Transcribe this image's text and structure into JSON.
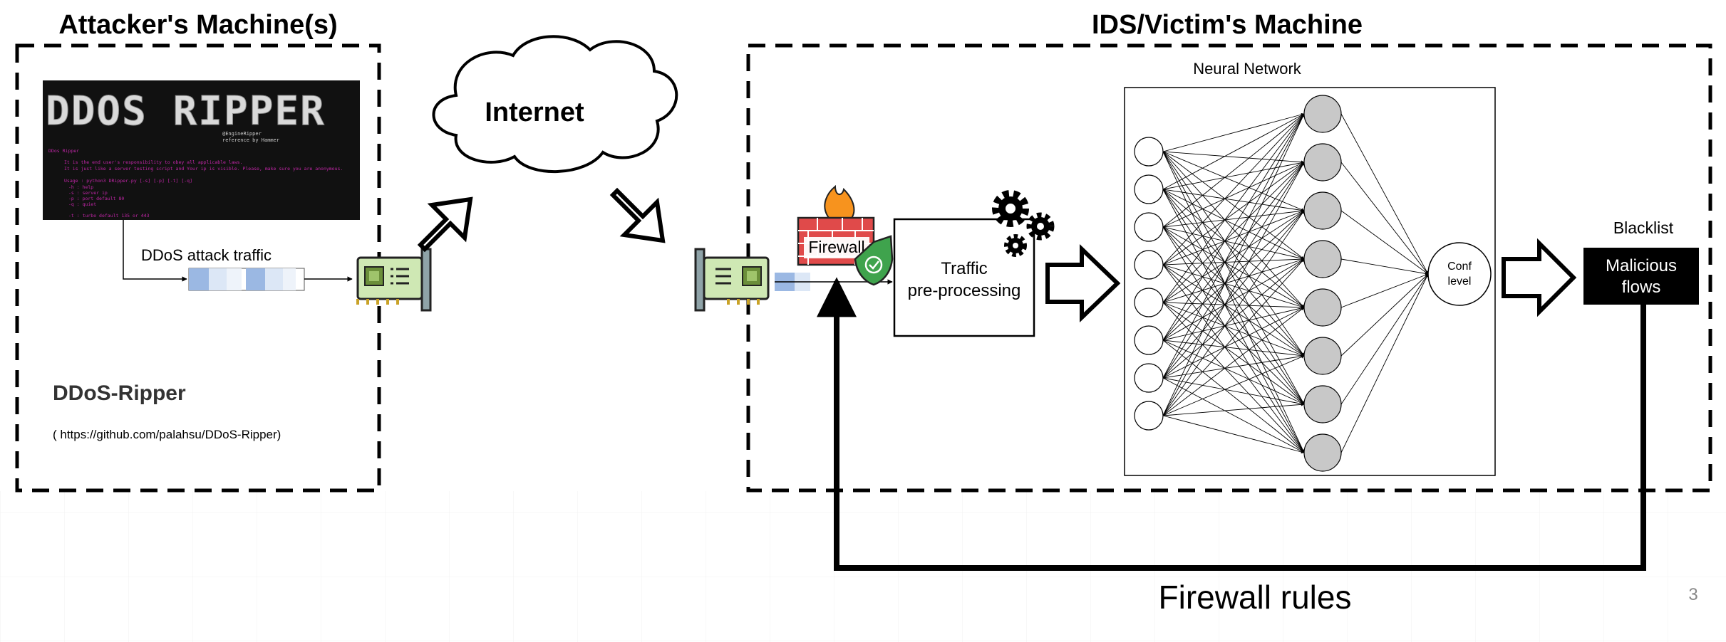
{
  "attacker": {
    "title": "Attacker's Machine(s)",
    "tool_name": "DDoS-Ripper",
    "tool_url": "( https://github.com/palahsu/DDoS-Ripper)",
    "traffic_label": "DDoS attack traffic",
    "terminal": {
      "banner": "DDOS RIPPER",
      "credit1": "@EngineRipper",
      "credit2": "reference by Hammer",
      "lines": [
        "DDos Ripper",
        "It is the end user's responsibility to obey all applicable laws.",
        "It is just like a server testing script and Your ip is visible. Please, make sure you are anonymous.",
        "Usage : python3 DRipper.py [-s] [-p] [-t] [-q]",
        "-h : help",
        "-s : server ip",
        "-p : port default 80",
        "-q : quiet",
        "-t : turbo default 135 or 443"
      ]
    }
  },
  "internet": {
    "label": "Internet"
  },
  "victim": {
    "title": "IDS/Victim's Machine",
    "firewall_label": "Firewall",
    "preprocessing": {
      "line1": "Traffic",
      "line2": "pre-processing"
    },
    "network_title": "Neural Network",
    "output_node": {
      "line1": "Conf",
      "line2": "level"
    },
    "blacklist_label": "Blacklist",
    "malicious": {
      "line1": "Malicious",
      "line2": "flows"
    }
  },
  "feedback_label": "Firewall rules",
  "page_number": "3",
  "colors": {
    "terminal_bg": "#111111",
    "terminal_text": "#c026a6",
    "packet_dark": "#9bb8e3",
    "packet_light": "#dce7f6",
    "nic_green": "#cfe8b4",
    "chip": "#6b8f3a",
    "firewall_red": "#e04a4a",
    "flame": "#f7931e",
    "shield": "#3fa34d",
    "hidden_node": "#c8c8c8"
  }
}
